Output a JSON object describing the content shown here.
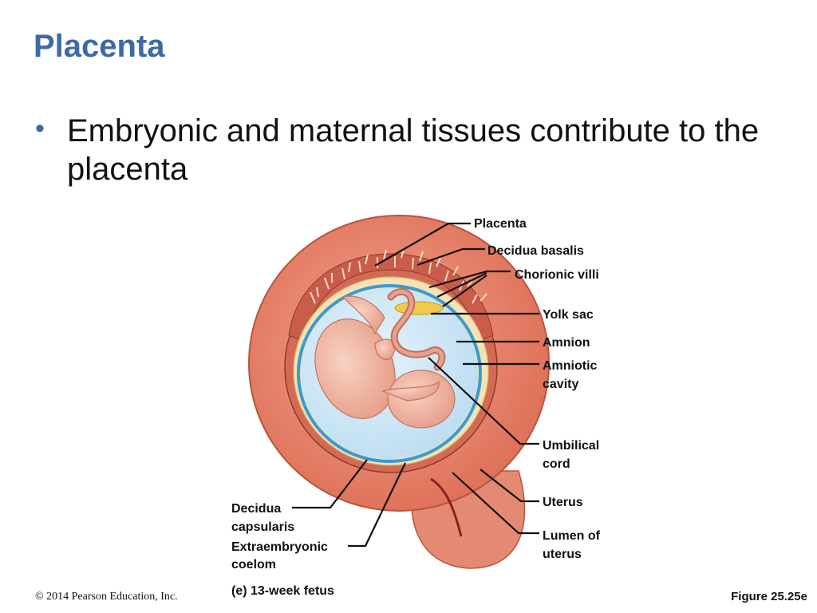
{
  "slide": {
    "title": "Placenta",
    "bullet": "Embryonic and maternal tissues contribute to the placenta",
    "copyright": "© 2014 Pearson Education, Inc.",
    "figure_ref": "Figure 25.25e"
  },
  "figure": {
    "caption": "(e) 13-week fetus",
    "labels": {
      "placenta": "Placenta",
      "decidua_basalis": "Decidua basalis",
      "chorionic_villi": "Chorionic villi",
      "yolk_sac": "Yolk sac",
      "amnion": "Amnion",
      "amniotic_cavity": [
        "Amniotic",
        "cavity"
      ],
      "umbilical_cord": [
        "Umbilical",
        "cord"
      ],
      "uterus": "Uterus",
      "lumen_of_uterus": [
        "Lumen of",
        "uterus"
      ],
      "decidua_capsularis": [
        "Decidua",
        "capsularis"
      ],
      "extraembryonic_coelom": [
        "Extraembryonic",
        "coelom"
      ]
    },
    "colors": {
      "title": "#3d6aa6",
      "uterus_wall": "#e8826a",
      "amniotic_fluid": "#c9e4f5",
      "amnion": "#3a9ad4",
      "fetus": "#f2b6a2",
      "yolk_sac": "#f2c94c"
    }
  }
}
